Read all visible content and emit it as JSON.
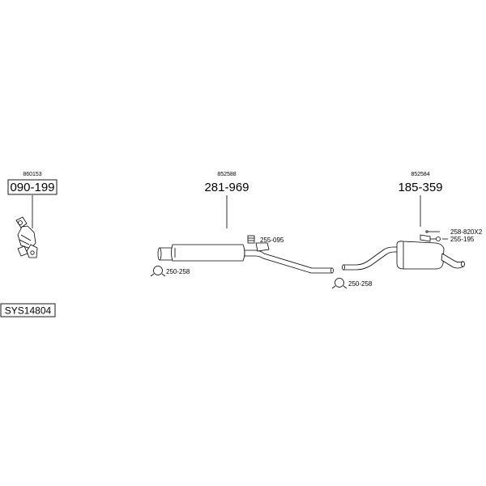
{
  "system_code": "SYS14804",
  "parts": [
    {
      "ref": "860153",
      "code": "090-199",
      "boxed": true
    },
    {
      "ref": "852588",
      "code": "281-969",
      "boxed": false
    },
    {
      "ref": "852584",
      "code": "185-359",
      "boxed": false
    }
  ],
  "accessories": [
    {
      "code": "255-095"
    },
    {
      "code": "250-258"
    },
    {
      "code": "250-258"
    },
    {
      "code": "258-820X2"
    },
    {
      "code": "255-195"
    }
  ]
}
